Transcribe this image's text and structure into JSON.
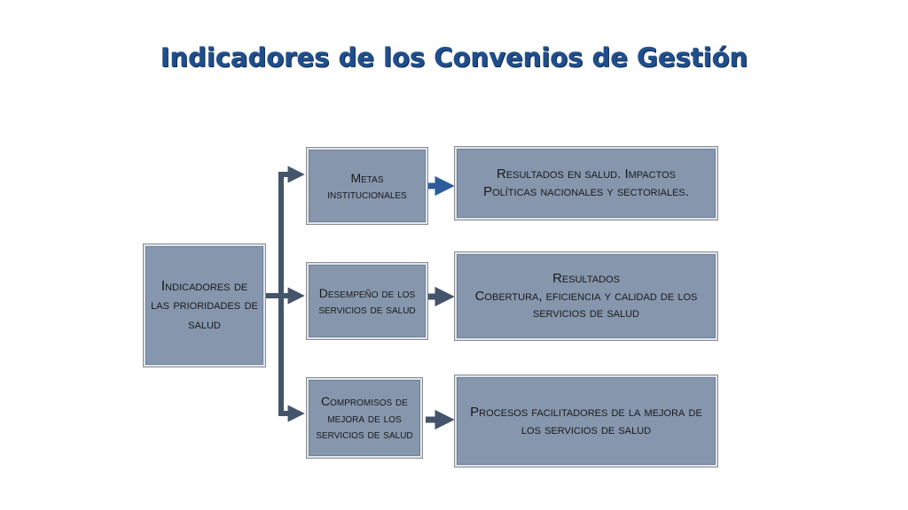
{
  "title": "Indicadores de los Convenios de Gestión",
  "root": {
    "label": "Indicadores de las prioridades de salud"
  },
  "middle": [
    {
      "label": "Metas institucionales"
    },
    {
      "label": "Desempeño de los servicios de salud"
    },
    {
      "label": "Compromisos de mejora de los servicios de salud"
    }
  ],
  "results": [
    {
      "line1": "Resultados en salud. Impactos",
      "line2": "Políticas nacionales y sectoriales."
    },
    {
      "line1": "Resultados",
      "line2": "Cobertura, eficiencia y calidad de los servicios de salud"
    },
    {
      "line1": "Procesos facilitadores de la mejora de los servicios de salud",
      "line2": ""
    }
  ],
  "colors": {
    "title": "#1f4e8c",
    "box_fill": "#8696ad",
    "connector": "#44546a",
    "arrow_top": "#2e5c9a"
  }
}
